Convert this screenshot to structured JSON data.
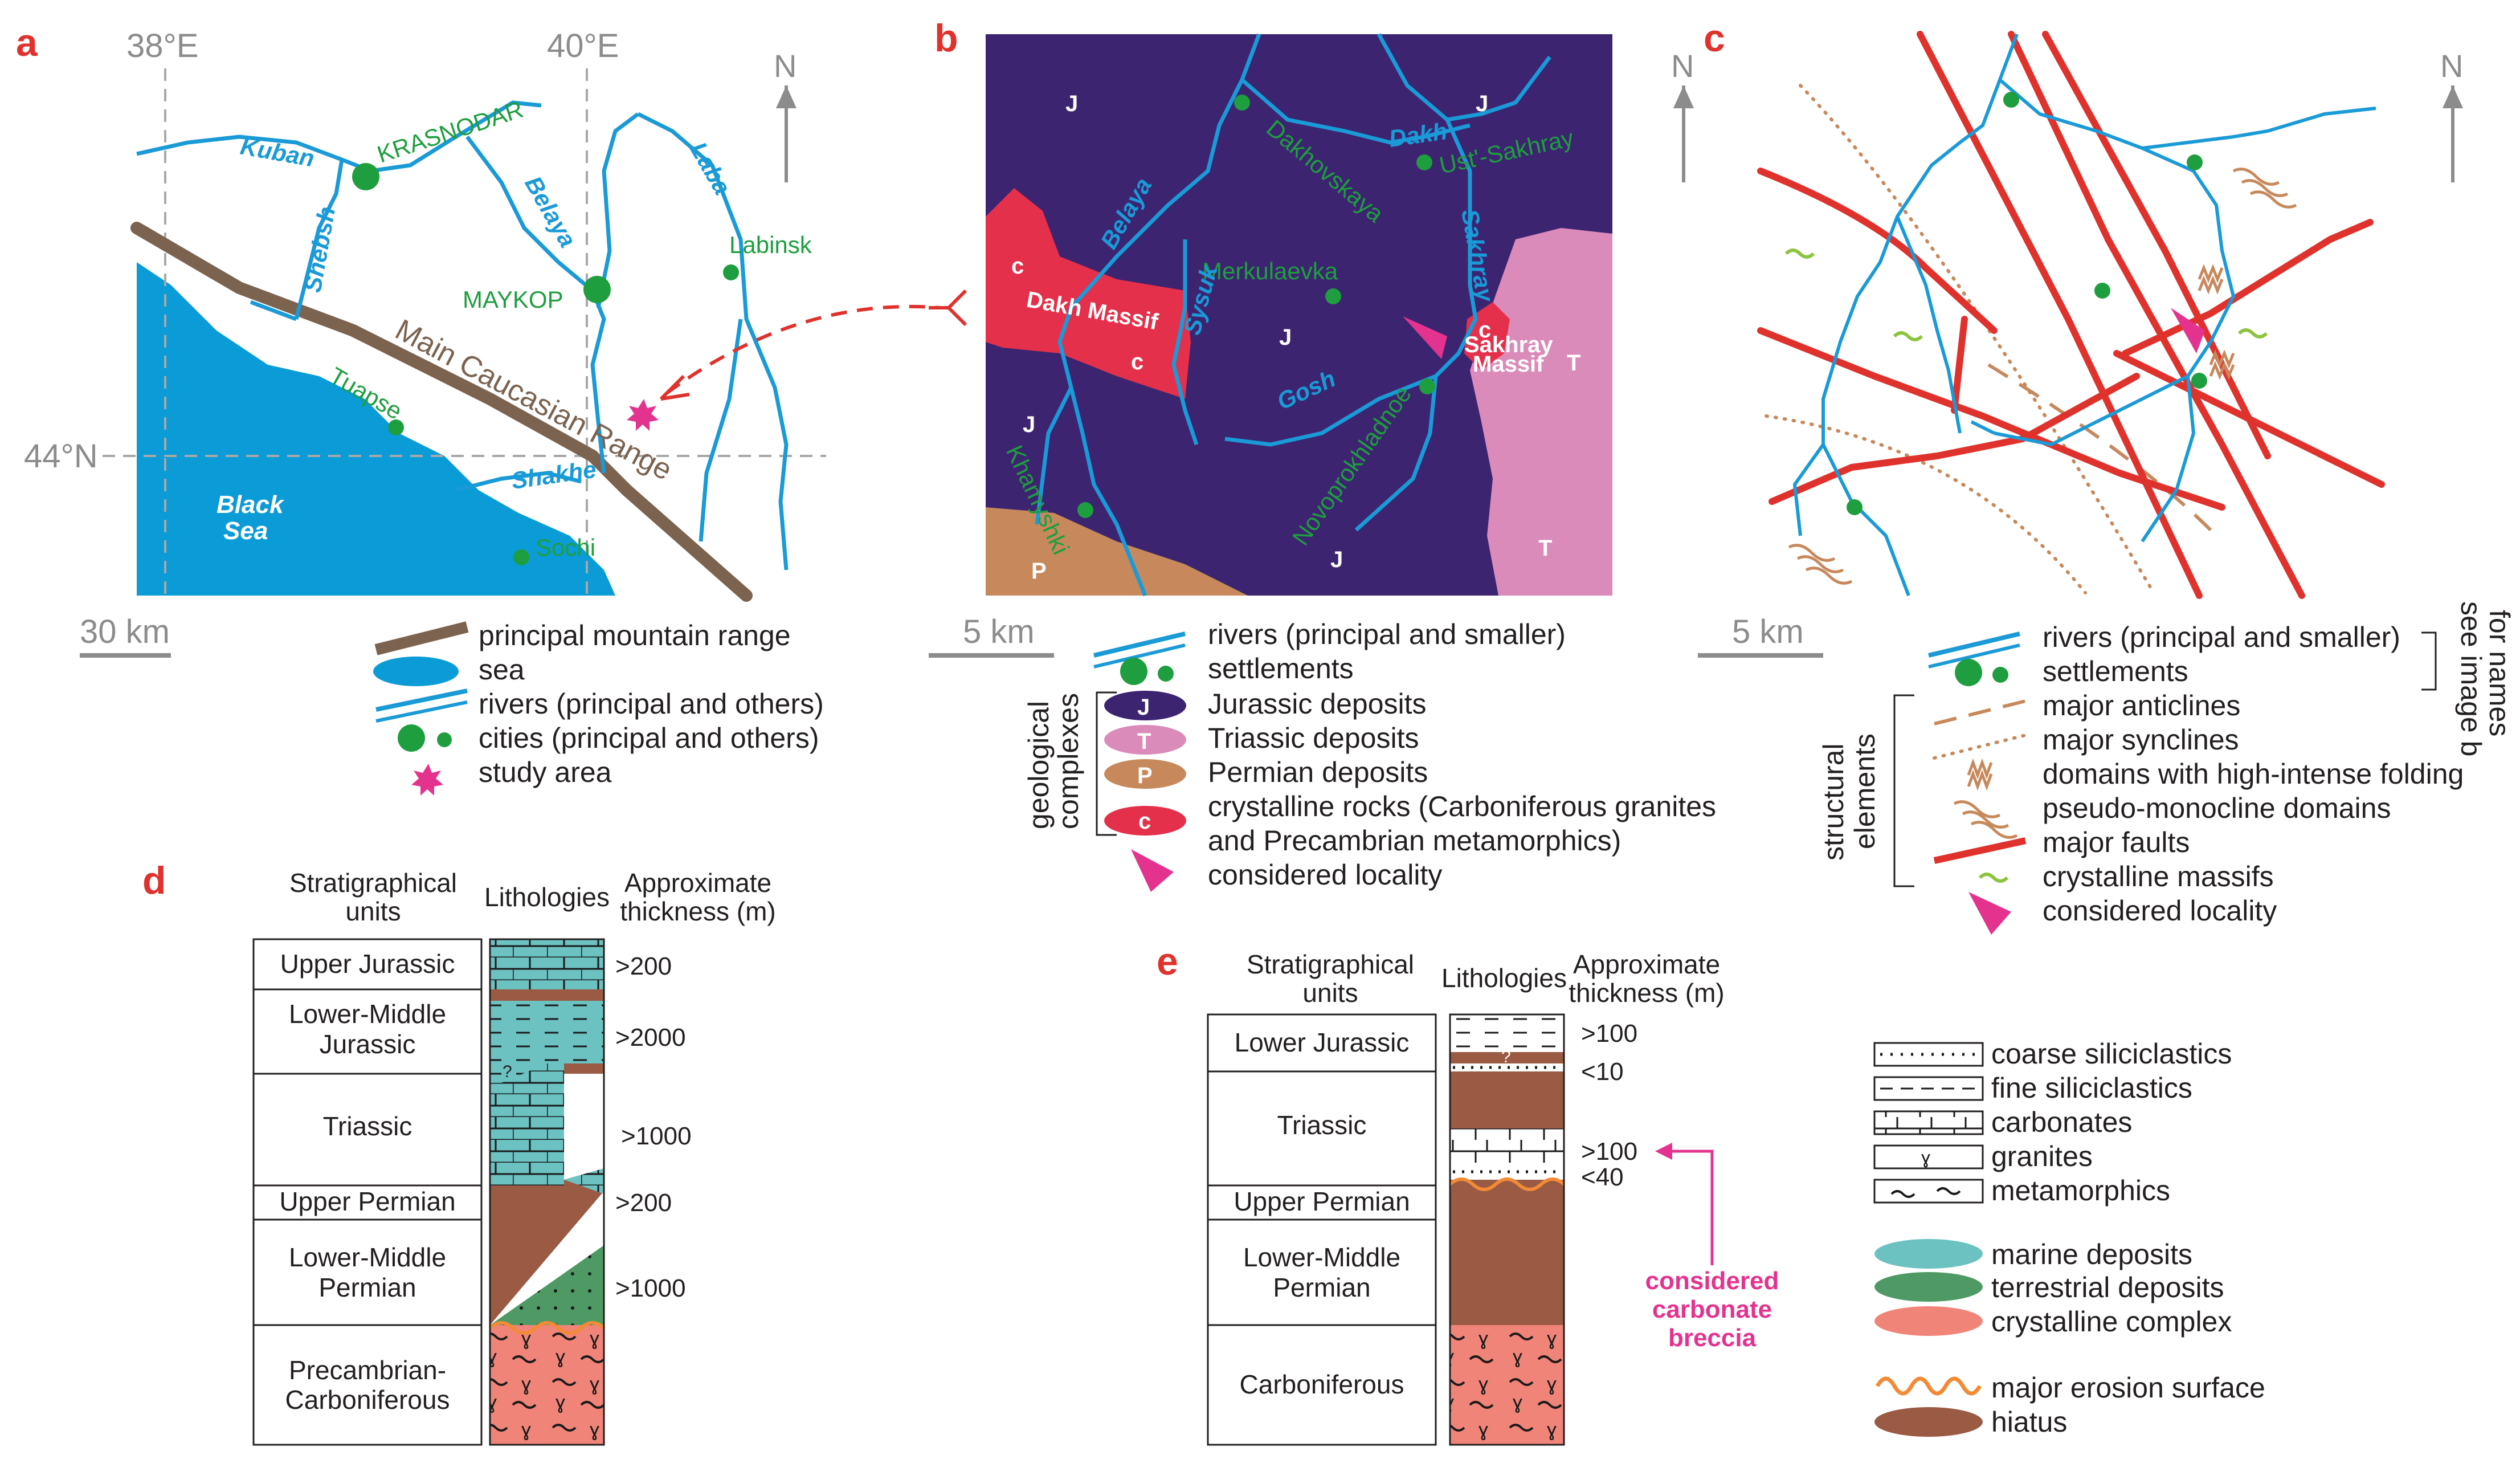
{
  "panels": {
    "a": {
      "letter": "a",
      "lon_labels": [
        "38°E",
        "40°E"
      ],
      "lat_label": "44°N",
      "north": "N",
      "scale": "30 km",
      "sea_label_1": "Black",
      "sea_label_2": "Sea",
      "range_label": "Main Caucasian Range",
      "cities": [
        "KRASNODAR",
        "MAYKOP",
        "Labinsk",
        "Tuapse",
        "Sochi"
      ],
      "rivers": [
        "Kuban",
        "Shebsh",
        "Belaya",
        "Laba",
        "Shakhe"
      ],
      "legend": [
        "principal mountain range",
        "sea",
        "rivers (principal and others)",
        "cities (principal and others)",
        "study area"
      ]
    },
    "b": {
      "letter": "b",
      "north": "N",
      "scale": "5 km",
      "settlements": [
        "Dakhovskaya",
        "Ust'-Sakhray",
        "Merkulaevka",
        "Novoprokhladnoe",
        "Khamyshki"
      ],
      "rivers": [
        "Dakh",
        "Belaya",
        "Sakhray",
        "Gosh",
        "Sysuk"
      ],
      "massifs": [
        "Dakh Massif",
        "Sakhray Massif"
      ],
      "unit_letters": [
        "J",
        "T",
        "P",
        "c"
      ],
      "legend": [
        "rivers (principal and smaller)",
        "settlements",
        "Jurassic deposits",
        "Triassic deposits",
        "Permian deposits",
        "crystalline rocks (Carboniferous granites",
        "and Precambrian metamorphics)",
        "considered locality"
      ],
      "group_label_1": "geological",
      "group_label_2": "complexes"
    },
    "c": {
      "letter": "c",
      "north": "N",
      "scale": "5 km",
      "legend": [
        "rivers (principal and smaller)",
        "settlements",
        "major anticlines",
        "major synclines",
        "domains with high-intense folding",
        "pseudo-monocline domains",
        "major faults",
        "crystalline massifs",
        "considered locality"
      ],
      "group_label_1": "structural",
      "group_label_2": "elements",
      "side_note_1": "see image b",
      "side_note_2": "for names"
    },
    "d": {
      "letter": "d",
      "headers": {
        "units_1": "Stratigraphical",
        "units_2": "units",
        "lith": "Lithologies",
        "thick_1": "Approximate",
        "thick_2": "thickness (m)"
      },
      "rows": [
        {
          "unit_1": "Upper Jurassic",
          "unit_2": "",
          "thickness": ">200"
        },
        {
          "unit_1": "Lower-Middle",
          "unit_2": "Jurassic",
          "thickness": ">2000"
        },
        {
          "unit_1": "Triassic",
          "unit_2": "",
          "thickness": ">1000"
        },
        {
          "unit_1": "Upper Permian",
          "unit_2": "",
          "thickness": ">200"
        },
        {
          "unit_1": "Lower-Middle",
          "unit_2": "Permian",
          "thickness": ">1000"
        },
        {
          "unit_1": "Precambrian-",
          "unit_2": "Carboniferous",
          "thickness": ""
        }
      ]
    },
    "e": {
      "letter": "e",
      "headers": {
        "units_1": "Stratigraphical",
        "units_2": "units",
        "lith": "Lithologies",
        "thick_1": "Approximate",
        "thick_2": "thickness (m)"
      },
      "rows": [
        {
          "unit_1": "Lower Jurassic",
          "unit_2": ""
        },
        {
          "unit_1": "Triassic",
          "unit_2": ""
        },
        {
          "unit_1": "Upper Permian",
          "unit_2": ""
        },
        {
          "unit_1": "Lower-Middle",
          "unit_2": "Permian"
        },
        {
          "unit_1": "Carboniferous",
          "unit_2": ""
        }
      ],
      "thickness": [
        ">100",
        "<10",
        ">100",
        "<40"
      ],
      "breccia_1": "considered",
      "breccia_2": "carbonate",
      "breccia_3": "breccia"
    },
    "lith_legend": [
      "coarse siliciclastics",
      "fine siliciclastics",
      "carbonates",
      "granites",
      "metamorphics",
      "marine deposits",
      "terrestrial deposits",
      "crystalline complex",
      "major erosion surface",
      "hiatus"
    ]
  },
  "colors": {
    "jurassic": "#3c2471",
    "triassic": "#db8bba",
    "permian": "#c7895c",
    "crystalline": "#e4304a",
    "river": "#1a9ad6",
    "sea": "#0b9bd7",
    "range": "#7b6350",
    "settlement": "#1e9e3e",
    "fault": "#e0322d",
    "locality": "#e4338f",
    "marine": "#6cc1c1",
    "terrestrial": "#4f9a64",
    "cryst_complex": "#f08478",
    "hiatus": "#9a5a44",
    "erosion": "#f38a35"
  }
}
